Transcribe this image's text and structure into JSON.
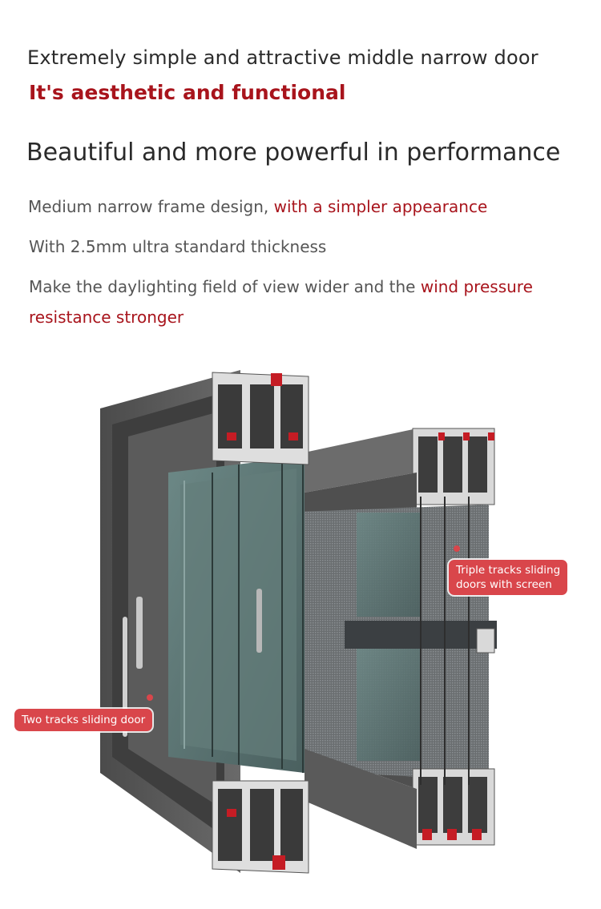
{
  "header": {
    "line1": "Extremely simple and attractive middle narrow door",
    "line2": "It's aesthetic and functional"
  },
  "headline": "Beautiful and more powerful in performance",
  "features": [
    {
      "plain": "Medium narrow frame design, ",
      "highlight": "with a simpler appearance"
    },
    {
      "plain": "With 2.5mm ultra standard thickness"
    },
    {
      "plain": "Make the daylighting field of view wider and the ",
      "highlight": "wind pressure",
      "highlight_line2": "resistance stronger"
    }
  ],
  "labels": {
    "two_track": "Two tracks sliding door",
    "triple_track_line1": "Triple tracks sliding",
    "triple_track_line2": "doors with screen"
  },
  "colors": {
    "accent": "#a8141c",
    "callout": "#d9464b",
    "frame": "#5d5d5d",
    "glass": "#56706f",
    "seal": "#c51c24"
  }
}
